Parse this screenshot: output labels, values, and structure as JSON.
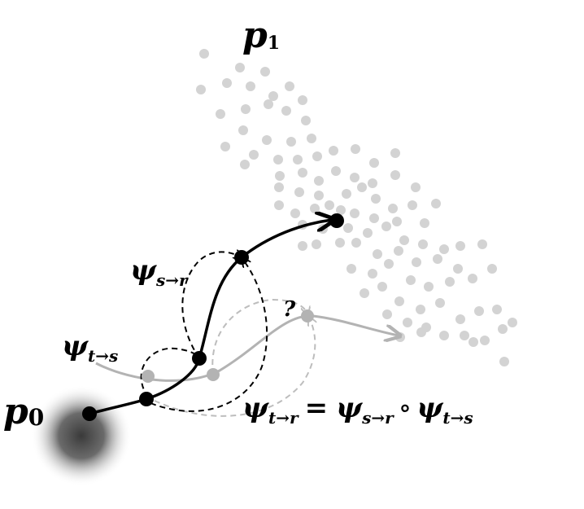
{
  "labels": {
    "p1_base": "p",
    "p1_sub": "1",
    "p0_base": "p",
    "p0_sub": "0",
    "psi": "ψ",
    "s_to_r": "s→r",
    "t_to_s": "t→s",
    "t_to_r": "t→r",
    "equals": "=",
    "compose": "∘",
    "question": "?"
  },
  "colors": {
    "trajectory": "#000000",
    "ghost_trajectory": "#b3b3b3",
    "target_points": "#d3d3d3",
    "source_blob": "#555555"
  }
}
